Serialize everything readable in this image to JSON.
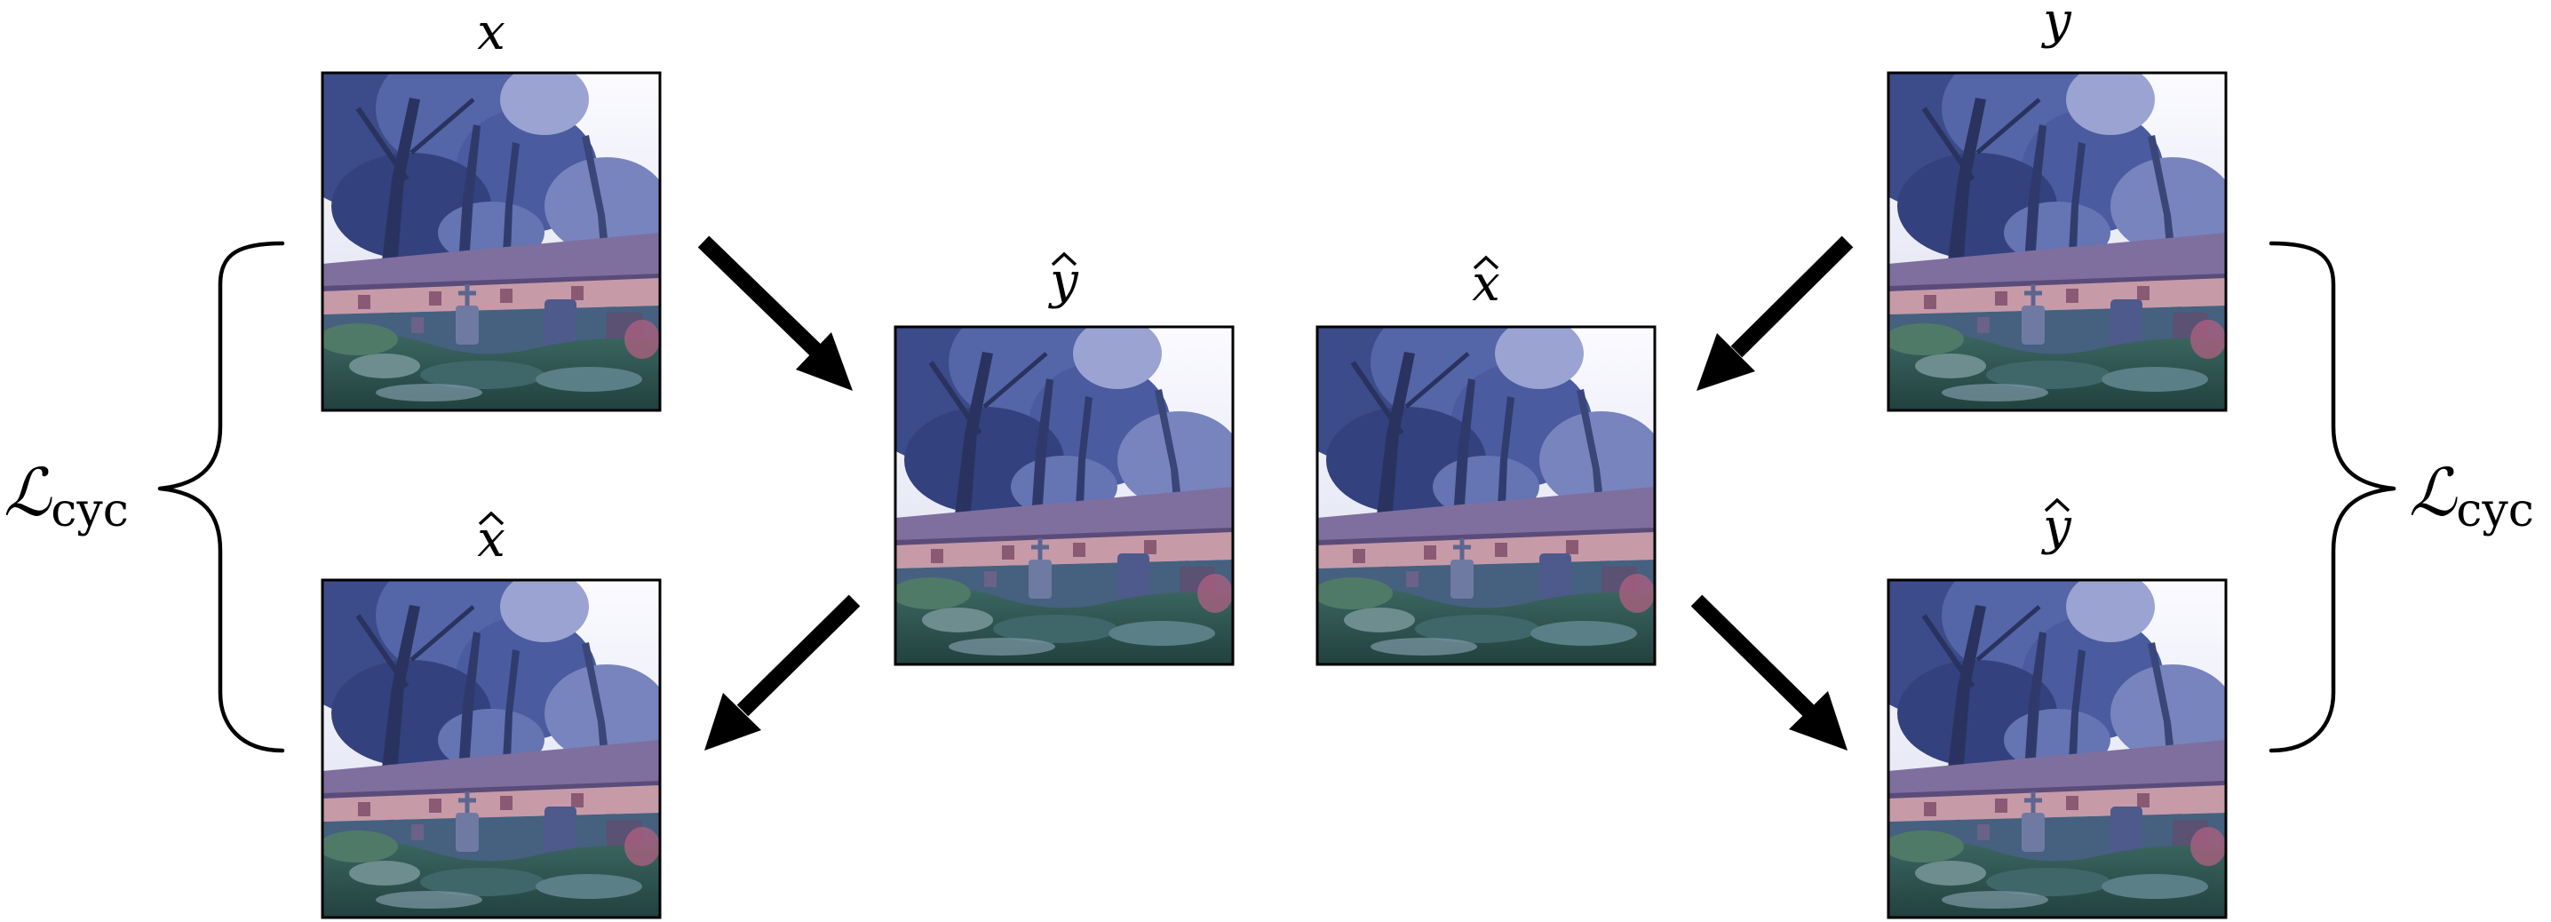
{
  "colors": {
    "sky": "#f4f3fb",
    "foliage_dark": "#2e3a72",
    "foliage_mid": "#4d5ea3",
    "foliage_light": "#8c96c8",
    "roof": "#8678a8",
    "wall": "#c49aa7",
    "ground": "#3f5a7d",
    "ivy": "#2d5a52",
    "ink": "#000000"
  },
  "tiles": [
    {
      "id": "x-input",
      "label": "x",
      "hat": false,
      "variant": "a"
    },
    {
      "id": "x-reconstruction",
      "label": "x",
      "hat": true,
      "variant": "a"
    },
    {
      "id": "y-translated",
      "label": "y",
      "hat": true,
      "variant": "b"
    },
    {
      "id": "x-translated",
      "label": "x",
      "hat": true,
      "variant": "b"
    },
    {
      "id": "y-input",
      "label": "y",
      "hat": false,
      "variant": "c"
    },
    {
      "id": "y-reconstruction",
      "label": "y",
      "hat": true,
      "variant": "c"
    }
  ],
  "losses": [
    {
      "id": "left",
      "symbol": "ℒ",
      "subscript": "cyc"
    },
    {
      "id": "right",
      "symbol": "ℒ",
      "subscript": "cyc"
    }
  ],
  "arrows": [
    {
      "id": "x-to-yhat",
      "from": "x-input",
      "to": "y-translated"
    },
    {
      "id": "yhat-to-xhat",
      "from": "y-translated",
      "to": "x-reconstruction"
    },
    {
      "id": "y-to-xhat",
      "from": "y-input",
      "to": "x-translated"
    },
    {
      "id": "xhat-to-yhat",
      "from": "x-translated",
      "to": "y-reconstruction"
    }
  ]
}
